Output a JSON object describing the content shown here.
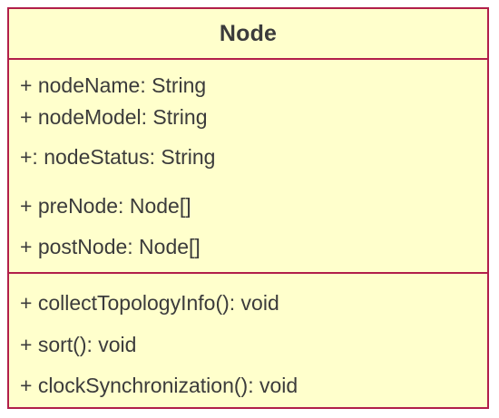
{
  "class": {
    "name": "Node",
    "attributes": [
      "+ nodeName: String",
      "+ nodeModel: String",
      "+: nodeStatus: String",
      "+ preNode: Node[]",
      "+ postNode: Node[]"
    ],
    "methods": [
      "+ collectTopologyInfo(): void",
      "+ sort(): void",
      "+ clockSynchronization(): void"
    ]
  },
  "colors": {
    "fill": "#ffffcc",
    "border": "#b11f4a",
    "text": "#3b3b3b"
  }
}
